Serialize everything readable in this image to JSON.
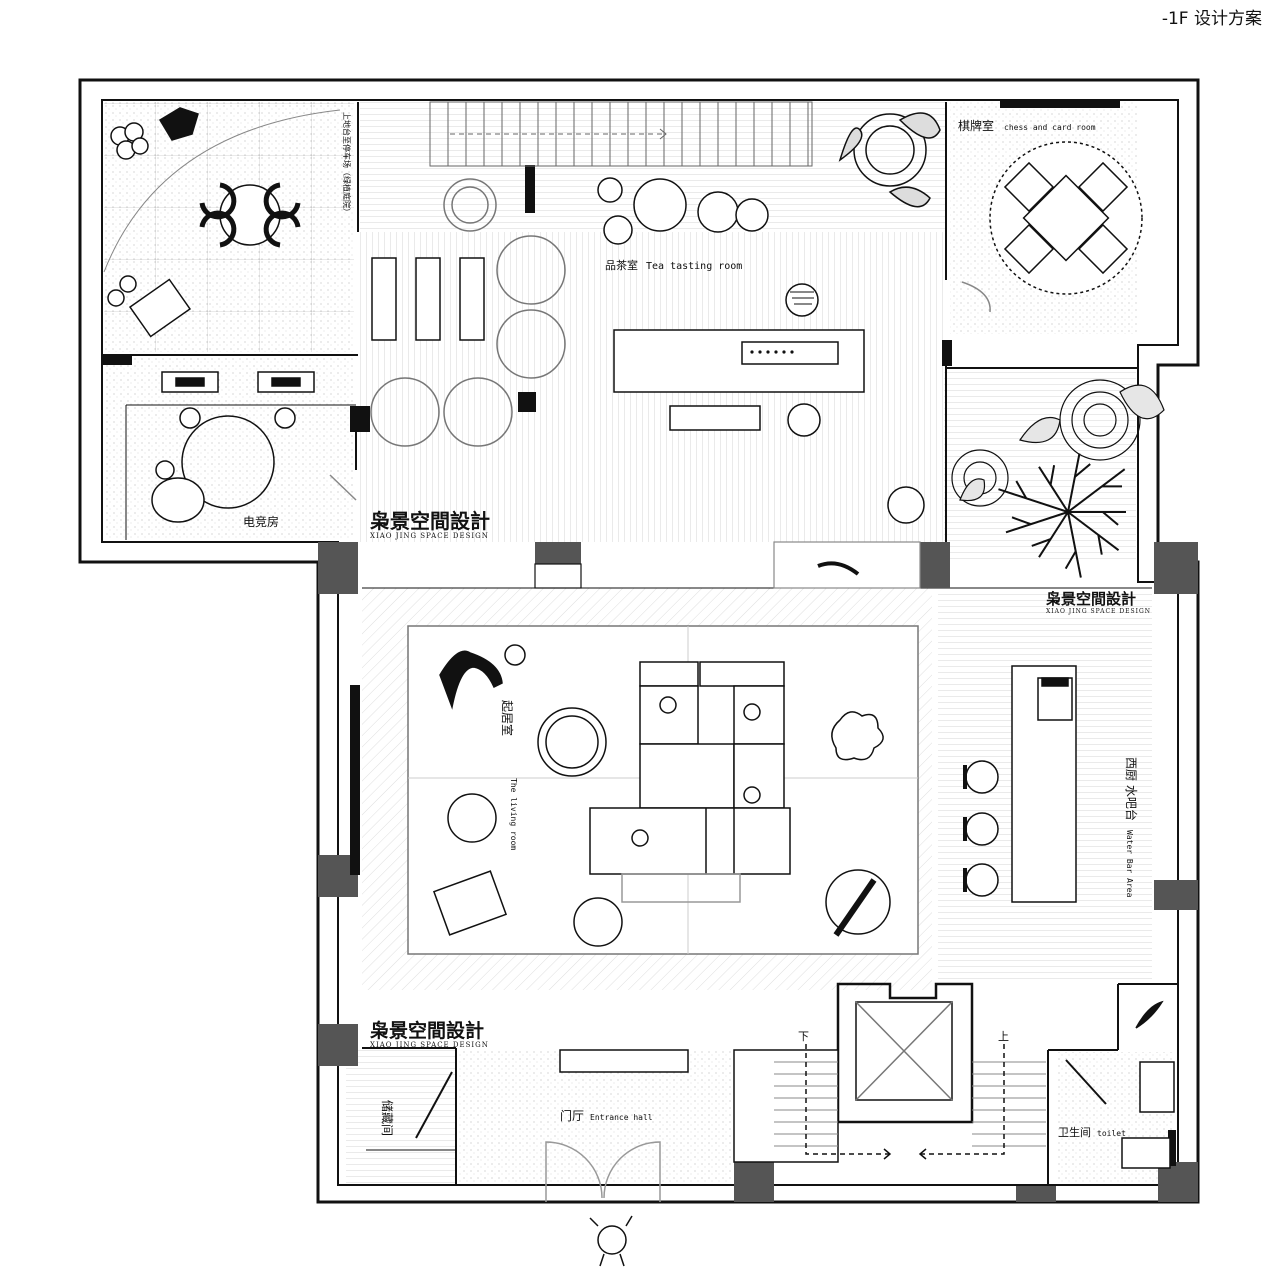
{
  "sheet_title": "-1F 设计方案",
  "rooms": {
    "esports": {
      "cn": "电竞房"
    },
    "tea": {
      "cn": "品茶室",
      "en": "Tea tasting room"
    },
    "chess": {
      "cn": "棋牌室",
      "en": "chess and card room"
    },
    "living": {
      "cn": "起居室",
      "en": "The living room"
    },
    "bar": {
      "cn": "西厨 水吧台",
      "en": "Water Bar Area"
    },
    "entrance": {
      "cn": "门厅",
      "en": "Entrance hall"
    },
    "storage": {
      "cn": "储藏间"
    },
    "toilet": {
      "cn": "卫生间",
      "en": "toilet"
    }
  },
  "stair_note": "上地台至停车场（绿植庭院）",
  "stair_down": "下",
  "stair_up": "上",
  "watermarks": [
    {
      "title": "枭景空間設計",
      "subtitle": "XIAO JING SPACE DESIGN"
    },
    {
      "title": "枭景空間設計",
      "subtitle": "XIAO JING SPACE DESIGN"
    },
    {
      "title": "枭景空間設計",
      "subtitle": "XIAO JING SPACE DESIGN"
    }
  ],
  "colors": {
    "wall": "#111111",
    "column": "#555555",
    "line": "#222222",
    "hatch": "#bdbdbd",
    "floor": "#f7f7f7"
  }
}
